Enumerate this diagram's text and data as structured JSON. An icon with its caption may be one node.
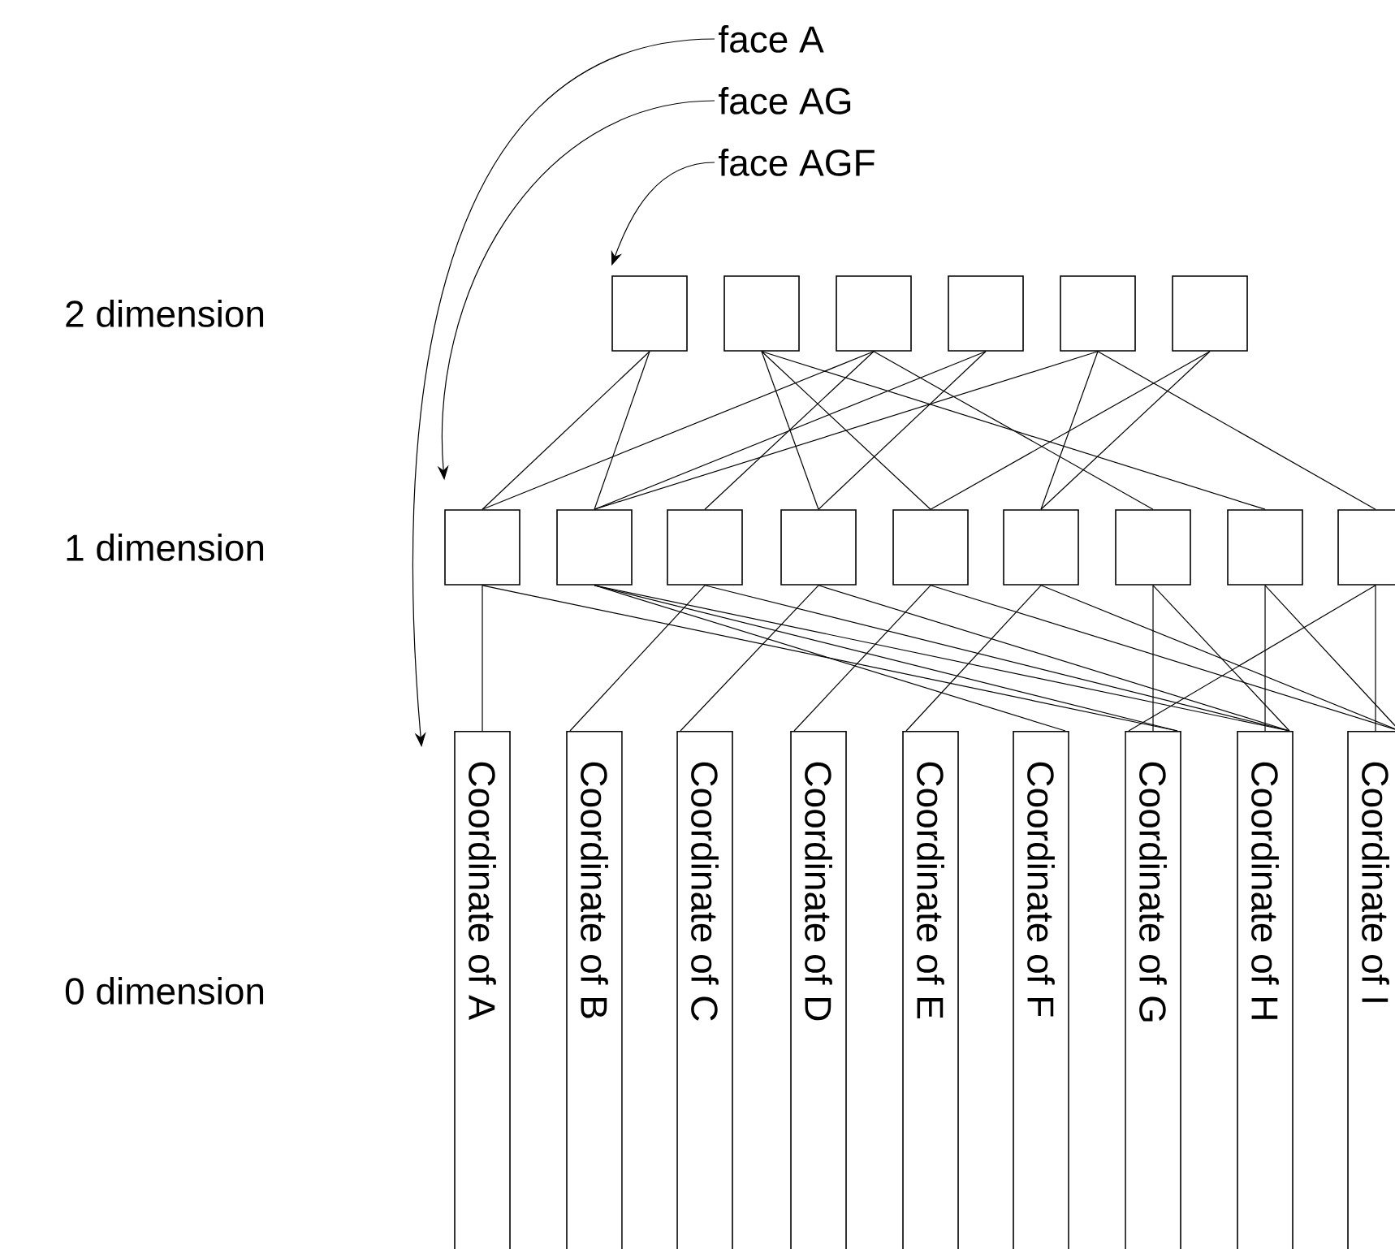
{
  "diagram": {
    "nodes": [
      {
        "text": [
          "face A"
        ]
      },
      {
        "text": [
          "face AG"
        ]
      },
      {
        "text": [
          "face AGF"
        ]
      },
      {
        "text": [],
        "shape": "box"
      },
      {
        "text": [],
        "shape": "box"
      },
      {
        "text": [],
        "shape": "box"
      },
      {
        "text": [],
        "shape": "box"
      },
      {
        "text": [],
        "shape": "box"
      },
      {
        "text": [],
        "shape": "box"
      },
      {
        "text": [],
        "shape": "box"
      },
      {
        "text": [],
        "shape": "box"
      },
      {
        "text": [],
        "shape": "box"
      },
      {
        "text": [],
        "shape": "box"
      },
      {
        "text": [],
        "shape": "box"
      },
      {
        "text": [],
        "shape": "box"
      },
      {
        "text": [],
        "shape": "box"
      },
      {
        "text": [],
        "shape": "box"
      },
      {
        "text": [],
        "shape": "box"
      },
      {
        "text": [
          "Coordinate of A"
        ]
      },
      {
        "text": [
          "Coordinate of B"
        ]
      },
      {
        "text": [
          "Coordinate of C"
        ]
      },
      {
        "text": [
          "Coordinate of D"
        ]
      },
      {
        "text": [
          "Coordinate of E"
        ]
      },
      {
        "text": [
          "Coordinate of F"
        ]
      },
      {
        "text": [
          "Coordinate of G"
        ]
      },
      {
        "text": [
          "Coordinate of H"
        ]
      },
      {
        "text": [
          "Coordinate of I"
        ]
      }
    ],
    "edges": [
      {
        "from": 0,
        "to": 18,
        "arrow": "to"
      },
      {
        "from": 1,
        "to": 9,
        "arrow": "to"
      },
      {
        "from": 2,
        "to": 3,
        "arrow": "to"
      },
      {
        "from": 3,
        "to": 9,
        "arrow": "none"
      },
      {
        "from": 3,
        "to": 10,
        "arrow": "none"
      },
      {
        "from": 4,
        "to": 12,
        "arrow": "none"
      },
      {
        "from": 4,
        "to": 13,
        "arrow": "none"
      },
      {
        "from": 4,
        "to": 16,
        "arrow": "none"
      },
      {
        "from": 5,
        "to": 9,
        "arrow": "none"
      },
      {
        "from": 5,
        "to": 11,
        "arrow": "none"
      },
      {
        "from": 5,
        "to": 15,
        "arrow": "none"
      },
      {
        "from": 6,
        "to": 10,
        "arrow": "none"
      },
      {
        "from": 6,
        "to": 12,
        "arrow": "none"
      },
      {
        "from": 7,
        "to": 10,
        "arrow": "none"
      },
      {
        "from": 7,
        "to": 14,
        "arrow": "none"
      },
      {
        "from": 7,
        "to": 17,
        "arrow": "none"
      },
      {
        "from": 8,
        "to": 13,
        "arrow": "none"
      },
      {
        "from": 8,
        "to": 14,
        "arrow": "none"
      },
      {
        "from": 9,
        "to": 18,
        "arrow": "none"
      },
      {
        "from": 9,
        "to": 24,
        "arrow": "none"
      },
      {
        "from": 10,
        "to": 23,
        "arrow": "none"
      },
      {
        "from": 10,
        "to": 24,
        "arrow": "none"
      },
      {
        "from": 10,
        "to": 25,
        "arrow": "none"
      },
      {
        "from": 11,
        "to": 19,
        "arrow": "none"
      },
      {
        "from": 11,
        "to": 25,
        "arrow": "none"
      },
      {
        "from": 12,
        "to": 20,
        "arrow": "none"
      },
      {
        "from": 12,
        "to": 25,
        "arrow": "none"
      },
      {
        "from": 13,
        "to": 21,
        "arrow": "none"
      },
      {
        "from": 13,
        "to": 26,
        "arrow": "none"
      },
      {
        "from": 14,
        "to": 22,
        "arrow": "none"
      },
      {
        "from": 14,
        "to": 26,
        "arrow": "none"
      },
      {
        "from": 15,
        "to": 24,
        "arrow": "none"
      },
      {
        "from": 15,
        "to": 25,
        "arrow": "none"
      },
      {
        "from": 16,
        "to": 25,
        "arrow": "none"
      },
      {
        "from": 16,
        "to": 26,
        "arrow": "none"
      },
      {
        "from": 17,
        "to": 26,
        "arrow": "none"
      },
      {
        "from": 17,
        "to": 24,
        "arrow": "none"
      }
    ],
    "labels": [
      "2 dimension",
      "1 dimension",
      "0 dimension"
    ]
  }
}
